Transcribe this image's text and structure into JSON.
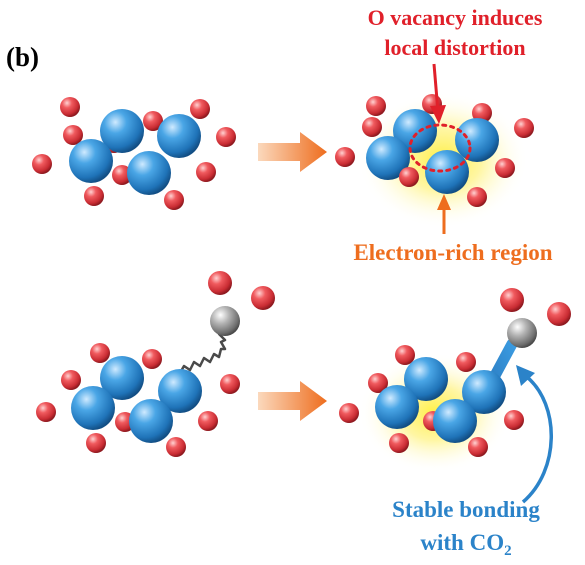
{
  "panel_label": "(b)",
  "annotations": {
    "vacancy_line1": "O vacancy induces",
    "vacancy_line2": "local distortion",
    "electron_rich": "Electron-rich region",
    "bonding_line1": "Stable bonding",
    "bonding_line2_prefix": "with CO",
    "bonding_line2_subscript": "2"
  },
  "colors": {
    "oxygen": "#d8393f",
    "metal": "#2f8fd0",
    "carbon": "#9c9c9c",
    "vacancy_text": "#e0202a",
    "electron_text": "#ee6d1e",
    "bonding_text": "#2b83c9",
    "process_arrow": "#f08a3a",
    "glow": "#fff35a"
  }
}
